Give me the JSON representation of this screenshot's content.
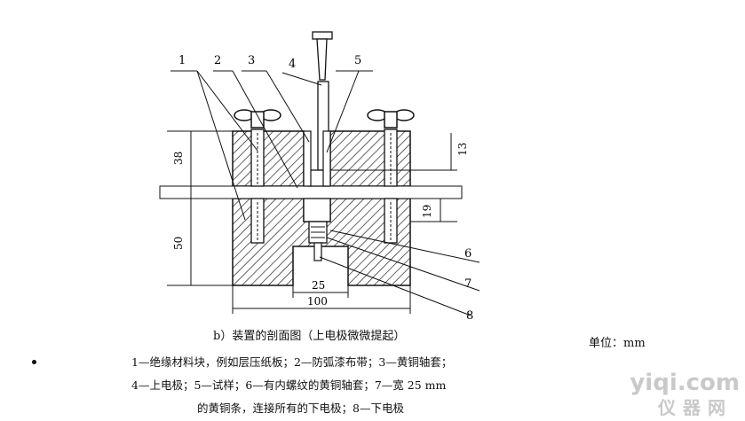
{
  "figure": {
    "callouts": [
      "1",
      "2",
      "3",
      "4",
      "5",
      "6",
      "7",
      "8"
    ],
    "dimensions": [
      "38",
      "50",
      "13",
      "19",
      "25",
      "100"
    ]
  },
  "caption": "b）装置的剖面图（上电极微微提起）",
  "unit_label": "单位：mm",
  "legend": [
    "1—绝缘材料块，例如层压纸板；2—防弧漆布带；3—黄铜轴套；",
    "4—上电极；5—试样；6—有内螺纹的黄铜轴套；7—宽 25 mm",
    "的黄铜条，连接所有的下电极；8—下电极"
  ],
  "watermark": {
    "line1": "yiqi.com",
    "line2": "仪器网"
  }
}
